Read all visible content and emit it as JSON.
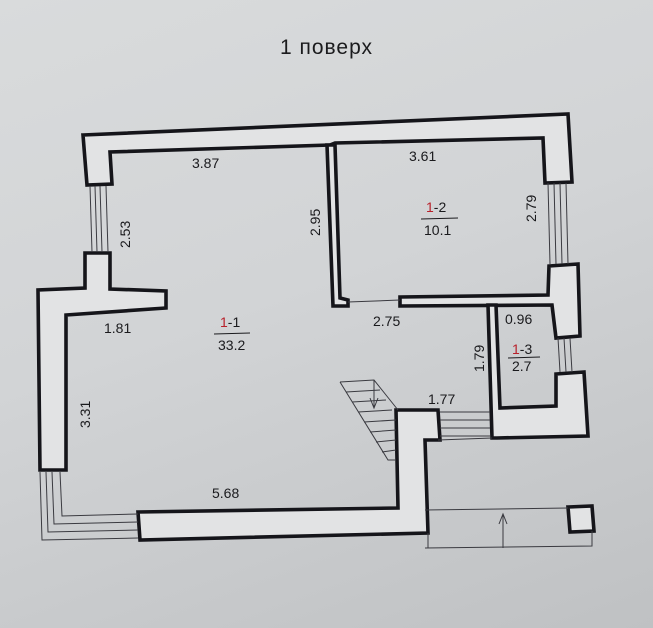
{
  "title": "1 поверх",
  "rooms": [
    {
      "id_prefix": "1",
      "id_suffix": "-1",
      "area": "33.2"
    },
    {
      "id_prefix": "1",
      "id_suffix": "-2",
      "area": "10.1"
    },
    {
      "id_prefix": "1",
      "id_suffix": "-3",
      "area": "2.7"
    }
  ],
  "dimensions": {
    "top_left": "3.87",
    "top_right": "3.61",
    "left_upper": "2.53",
    "center_wall": "2.95",
    "right_upper": "2.79",
    "left_nook": "1.81",
    "corridor": "2.75",
    "small_width": "0.96",
    "small_height": "1.79",
    "left_lower": "3.31",
    "stair_width": "1.77",
    "bottom": "5.68"
  },
  "colors": {
    "wall": "#15151a",
    "room_id_mark": "#b8202a",
    "paper": "#d6d8da"
  }
}
